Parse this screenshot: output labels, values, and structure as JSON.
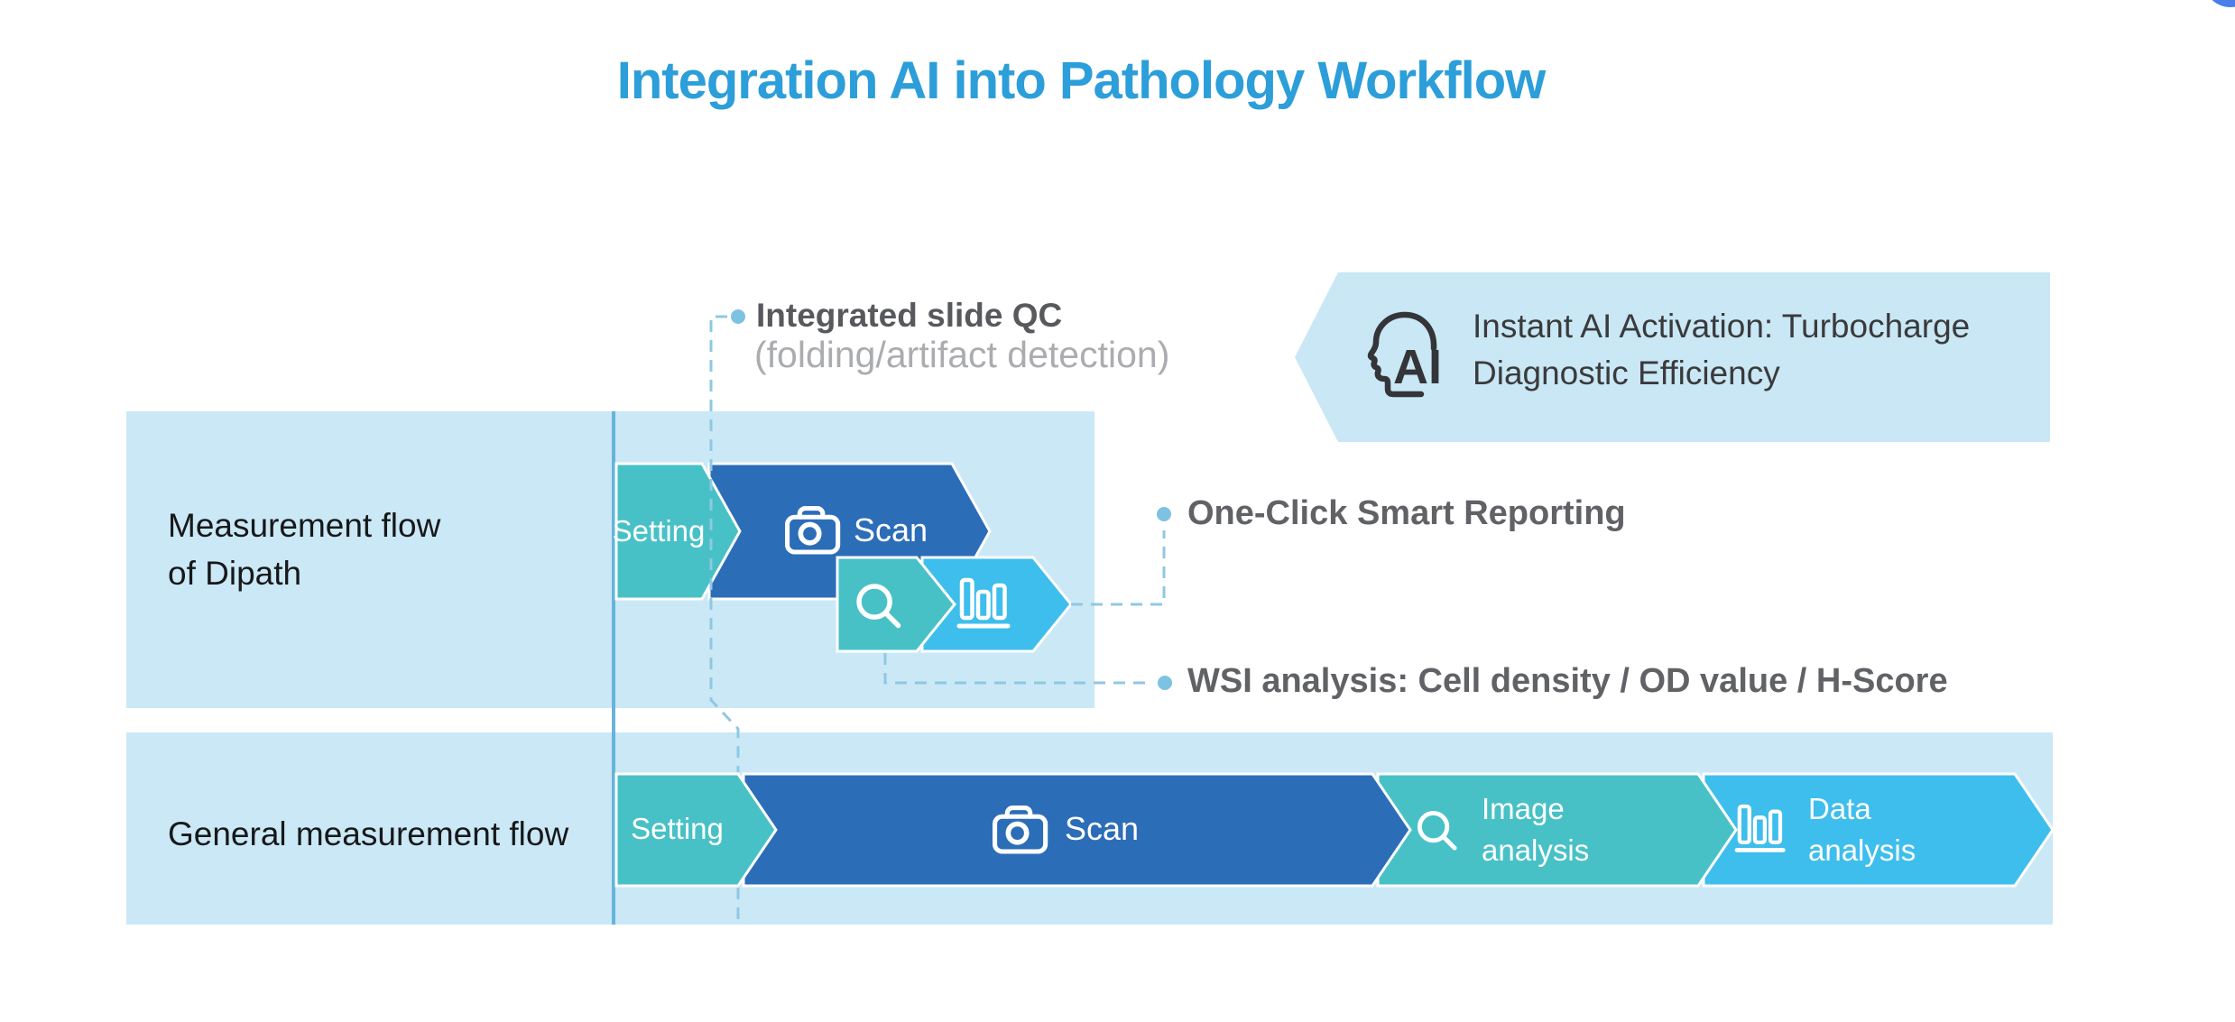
{
  "title": "Integration AI into Pathology Workflow",
  "flows": {
    "dipath": {
      "label_line1": "Measurement flow",
      "label_line2": "of Dipath",
      "setting": "Setting",
      "scan": "Scan"
    },
    "general": {
      "label": "General measurement flow",
      "setting": "Setting",
      "scan": "Scan",
      "image_line1": "Image",
      "image_line2": "analysis",
      "data_line1": "Data",
      "data_line2": "analysis"
    }
  },
  "annotations": {
    "slide_qc_title": "Integrated slide QC",
    "slide_qc_subtitle": "(folding/artifact detection)",
    "one_click": "One-Click Smart Reporting",
    "wsi": "WSI analysis: Cell density / OD value / H-Score"
  },
  "callout": {
    "line1": "Instant AI Activation: Turbocharge",
    "line2": "Diagnostic Efficiency",
    "icon_text": "AI"
  },
  "icons": {
    "camera": "camera-icon",
    "magnifier": "magnifier-icon",
    "bar_chart": "bar-chart-icon",
    "ai_head": "ai-head-icon",
    "corner_dot": "corner-dot"
  },
  "colors": {
    "title": "#2C9ED9",
    "teal": "#48C1C6",
    "dark_blue": "#2C6DB8",
    "sky_blue": "#3EBEEC",
    "panel": "#CBE8F6",
    "callout_bg": "#C9E7F4",
    "separator": "#66B4D8",
    "dash": "#8FC8E3",
    "bullet": "#7EC2E2",
    "text_dark": "#17181A",
    "text_gray": "#616266",
    "text_light_gray": "#ABACAF",
    "callout_text": "#3A3A3C",
    "corner_blue": "#4A7EEA",
    "white": "#FFFFFF"
  }
}
